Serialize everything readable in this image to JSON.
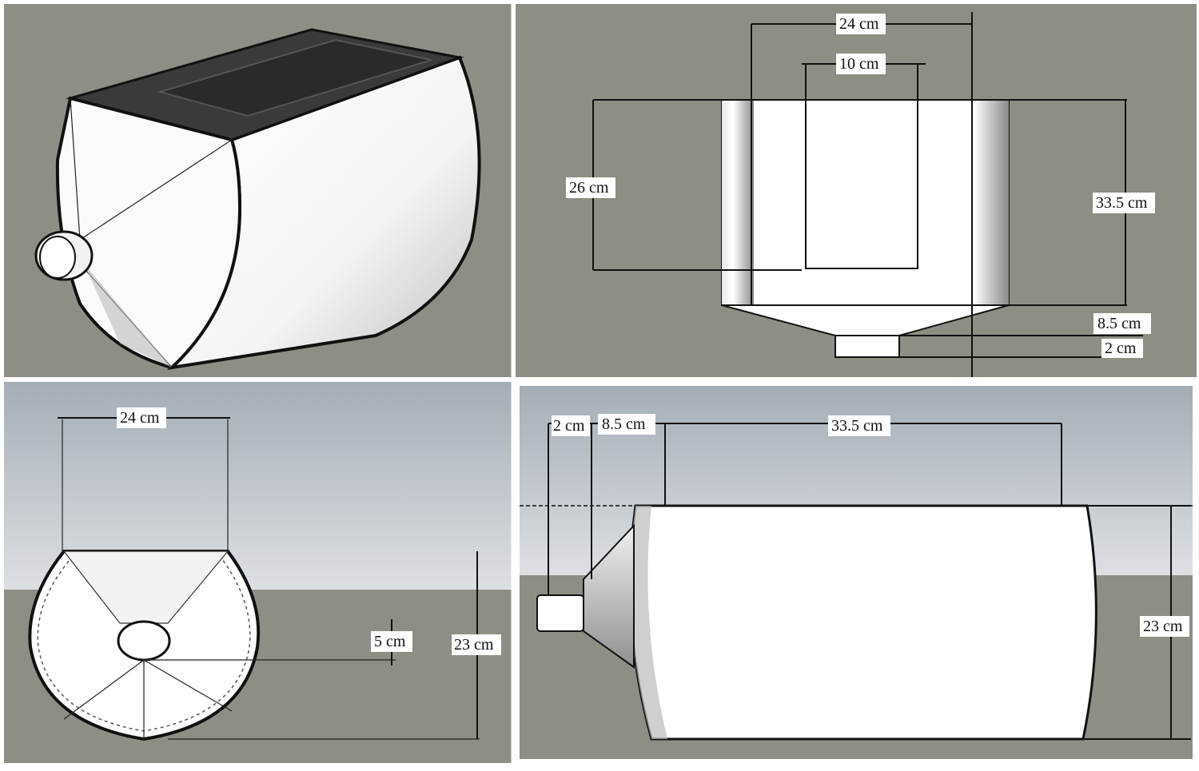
{
  "title": "Hopper design views with dimensions",
  "colors": {
    "ground": "#8e8e84",
    "sky_top": "#a4adb6",
    "sky_bottom": "#d7dbdf",
    "top_face": "#3a3a3a",
    "body": "#ffffff"
  },
  "views": {
    "isometric": {
      "labels": []
    },
    "top": {
      "labels": {
        "width_outer": "24 cm",
        "width_inner": "10 cm",
        "inner_length": "26 cm",
        "body_length": "33.5 cm",
        "cone_length": "8.5 cm",
        "nozzle_length": "2 cm"
      }
    },
    "front": {
      "labels": {
        "width": "24 cm",
        "nozzle_height": "5 cm",
        "height": "23 cm"
      }
    },
    "side": {
      "labels": {
        "nozzle_length": "2 cm",
        "cone_length": "8.5 cm",
        "body_length": "33.5 cm",
        "height": "23 cm"
      }
    }
  }
}
